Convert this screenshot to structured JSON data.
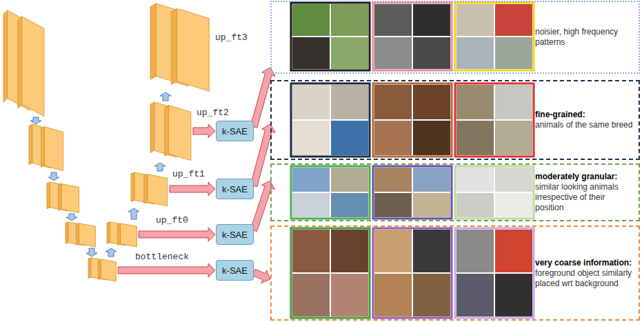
{
  "diagram": {
    "nodes": [
      {
        "text": [
          "noisier, high frequency patterns"
        ]
      },
      {
        "text": [
          "fine-grained:",
          "animals of the same breed"
        ]
      },
      {
        "text": [
          "moderately granular:",
          "similar looking animals irrespective of their position"
        ]
      },
      {
        "text": [
          "very coarse information:",
          "foreground object similarly placed wrt background"
        ]
      },
      {
        "text": [
          "k-SAE"
        ]
      },
      {
        "text": [
          "k-SAE"
        ]
      },
      {
        "text": [
          "k-SAE"
        ]
      },
      {
        "text": [
          "k-SAE"
        ]
      }
    ],
    "edges": [
      {
        "from": 4,
        "to": 0,
        "arrow": "to"
      },
      {
        "from": 5,
        "to": 1,
        "arrow": "to"
      },
      {
        "from": 6,
        "to": 2,
        "arrow": "to"
      },
      {
        "from": 7,
        "to": 3,
        "arrow": "to"
      }
    ],
    "labels": [
      "up_ft3",
      "up_ft2",
      "up_ft1",
      "up_ft0",
      "bottleneck"
    ]
  }
}
